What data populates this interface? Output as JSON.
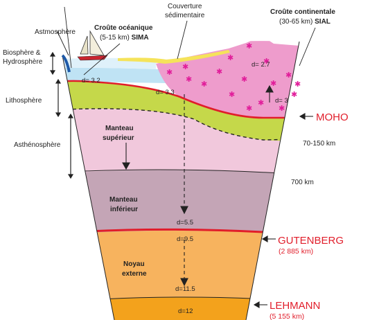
{
  "labels": {
    "atmosphere": "Astmosphère",
    "biosphere_1": "Biosphère &",
    "biosphere_2": "Hydrosphère",
    "lithosphere": "Lithosphère",
    "asthenosphere": "Asthénosphère",
    "oceanic_crust_1": "Croûte océanique",
    "oceanic_crust_2": "(5-15 km)",
    "oceanic_crust_abbr": "SIMA",
    "sediment_1": "Couverture",
    "sediment_2": "sédimentaire",
    "continental_crust_1": "Croûte continentale",
    "continental_crust_2": "(30-65 km)",
    "continental_crust_abbr": "SIAL",
    "upper_mantle_1": "Manteau",
    "upper_mantle_2": "supérieur",
    "lower_mantle_1": "Manteau",
    "lower_mantle_2": "inférieur",
    "outer_core_1": "Noyau",
    "outer_core_2": "externe",
    "depth_70_150": "70-150 km",
    "depth_700": "700 km"
  },
  "densities": {
    "oceanic": "d= 3.2",
    "continental_top": "d= 2.7",
    "continental_root": "d= 3",
    "lithosphere": "d= 3.3",
    "mantle_base": "d=5.5",
    "core_top": "d=9.5",
    "core_base": "d=11.5",
    "inner_core": "d=12"
  },
  "discontinuities": {
    "moho": "MOHO",
    "gutenberg": "GUTENBERG",
    "gutenberg_depth": "(2 885 km)",
    "lehmann": "LEHMANN",
    "lehmann_depth": "(5 155 km)"
  },
  "colors": {
    "atmosphere": "#1f5aa8",
    "ocean": "#bfe3f4",
    "sediment": "#f5e35a",
    "continental_crust": "#ee9ccc",
    "lithospheric_mantle": "#c5d84a",
    "upper_mantle": "#f1c8dc",
    "lower_mantle": "#c4a5b6",
    "outer_core": "#f7b35e",
    "inner_core": "#f3a21c",
    "discontinuity": "#e11d2a"
  }
}
